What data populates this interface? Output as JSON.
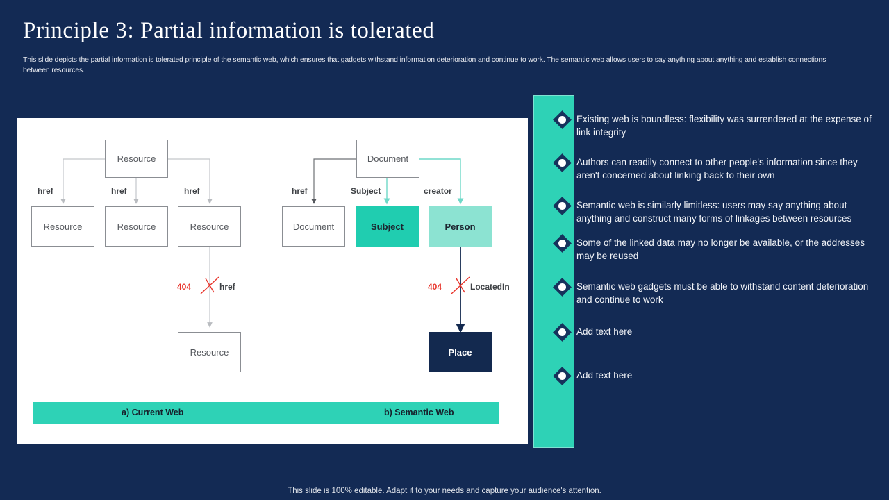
{
  "header": {
    "title": "Principle 3: Partial information is tolerated",
    "subtitle": "This slide depicts the partial information is tolerated principle of the semantic web, which ensures that gadgets withstand information deterioration and continue to work. The semantic web allows users to say anything about anything and establish connections between resources."
  },
  "diagram": {
    "left": {
      "root": "Resource",
      "children": [
        "Resource",
        "Resource",
        "Resource"
      ],
      "edge_labels": [
        "href",
        "href",
        "href"
      ],
      "broken_link": {
        "code": "404",
        "label": "href"
      },
      "leaf": "Resource"
    },
    "right": {
      "root": "Document",
      "children": [
        "Document",
        "Subject",
        "Person"
      ],
      "edge_labels": [
        "href",
        "Subject",
        "creator"
      ],
      "broken_link": {
        "code": "404",
        "label": "LocatedIn"
      },
      "leaf": "Place"
    },
    "caption_a": "a) Current Web",
    "caption_b": "b) Semantic Web"
  },
  "bullets": [
    "Existing web is boundless: flexibility was surrendered at the expense of link integrity",
    "Authors can readily connect to other people's information since they aren't concerned about linking back to their own",
    "Semantic web is similarly limitless: users may say anything about anything and construct many forms of linkages between resources",
    "Some of the linked data may no longer be available, or the addresses may be reused",
    "Semantic web gadgets must be able to withstand content deterioration and continue to work",
    "Add text here",
    "Add text here"
  ],
  "footer": {
    "note": "This slide is 100% editable. Adapt it to your needs and capture your audience's attention."
  },
  "colors": {
    "background": "#132a54",
    "teal": "#2ed2b6",
    "teal_solid": "#20cdb0",
    "mint": "#8ce3d2",
    "dark_navy": "#13294f",
    "error_red": "#e8352c"
  }
}
